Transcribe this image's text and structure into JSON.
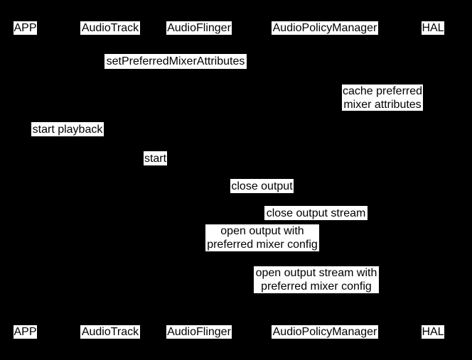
{
  "diagram": {
    "type": "sequence-diagram",
    "colors": {
      "background": "#000000",
      "label_background": "#ffffff",
      "label_text": "#000000"
    },
    "participants": [
      {
        "label": "APP"
      },
      {
        "label": "AudioTrack"
      },
      {
        "label": "AudioFlinger"
      },
      {
        "label": "AudioPolicyManager"
      },
      {
        "label": "HAL"
      }
    ],
    "messages": [
      {
        "label": "setPreferredMixerAttributes"
      },
      {
        "label": "cache preferred\nmixer attributes"
      },
      {
        "label": "start playback"
      },
      {
        "label": "start"
      },
      {
        "label": "close output"
      },
      {
        "label": "close output stream"
      },
      {
        "label": "open output with\npreferred mixer config"
      },
      {
        "label": "open output stream with\npreferred mixer config"
      }
    ]
  }
}
